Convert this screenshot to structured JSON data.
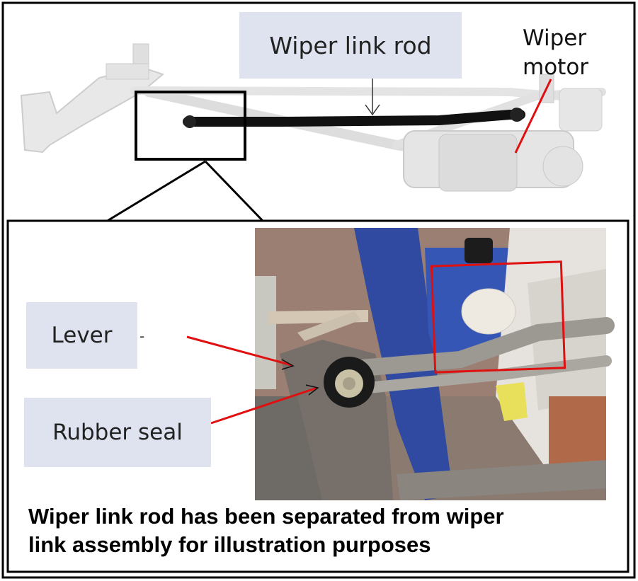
{
  "labels": {
    "wiper_link_rod": "Wiper link rod",
    "wiper_motor_line1": "Wiper",
    "wiper_motor_line2": "motor",
    "lever": "Lever",
    "rubber_seal": "Rubber seal"
  },
  "caption": {
    "line1": "Wiper link rod has been separated from wiper",
    "line2": "link assembly for illustration purposes"
  },
  "colors": {
    "label_box": "#dfe3ef",
    "callout_red": "#e01010",
    "highlight_rod": "#111111",
    "frame": "#000000"
  }
}
